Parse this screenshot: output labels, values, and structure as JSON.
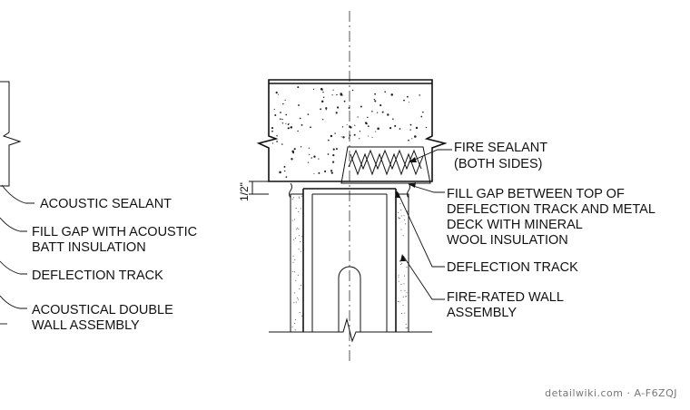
{
  "left_detail": {
    "labels": {
      "acoustic_sealant": "ACOUSTIC SEALANT",
      "fill_gap_1": "FILL GAP WITH ACOUSTIC",
      "fill_gap_2": "BATT INSULATION",
      "deflection_track": "DEFLECTION TRACK",
      "acoustical_wall_1": "ACOUSTICAL DOUBLE",
      "acoustical_wall_2": "WALL ASSEMBLY"
    }
  },
  "right_detail": {
    "labels": {
      "fire_sealant_1": "FIRE SEALANT",
      "fire_sealant_2": "(BOTH SIDES)",
      "fill_gap_1": "FILL GAP BETWEEN TOP OF",
      "fill_gap_2": "DEFLECTION TRACK AND METAL",
      "fill_gap_3": "DECK WITH MINERAL",
      "fill_gap_4": "WOOL INSULATION",
      "deflection_track": "DEFLECTION TRACK",
      "fire_rated_1": "FIRE-RATED WALL",
      "fire_rated_2": "ASSEMBLY"
    },
    "dimension": "1/2\""
  },
  "watermark": "detailwiki.com · A-F6ZQJ"
}
